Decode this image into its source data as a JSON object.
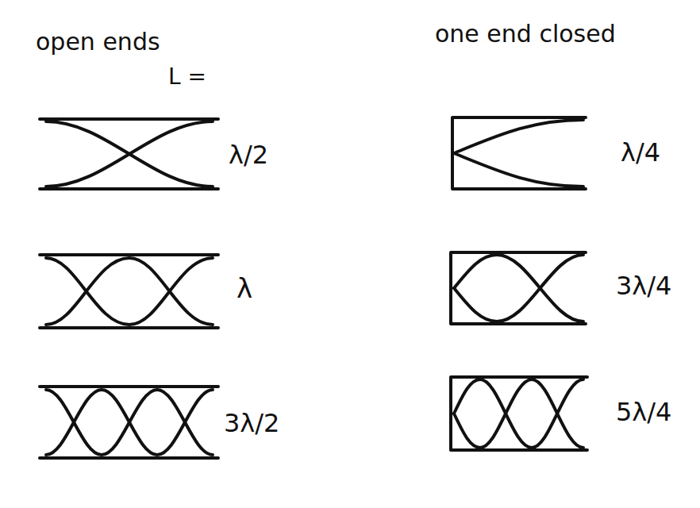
{
  "diagram": {
    "labels": [
      "open ends",
      "L =",
      "λ/2",
      "λ",
      "3λ/2",
      "one end closed",
      "λ/4",
      "3λ/4",
      "5λ/4"
    ]
  }
}
